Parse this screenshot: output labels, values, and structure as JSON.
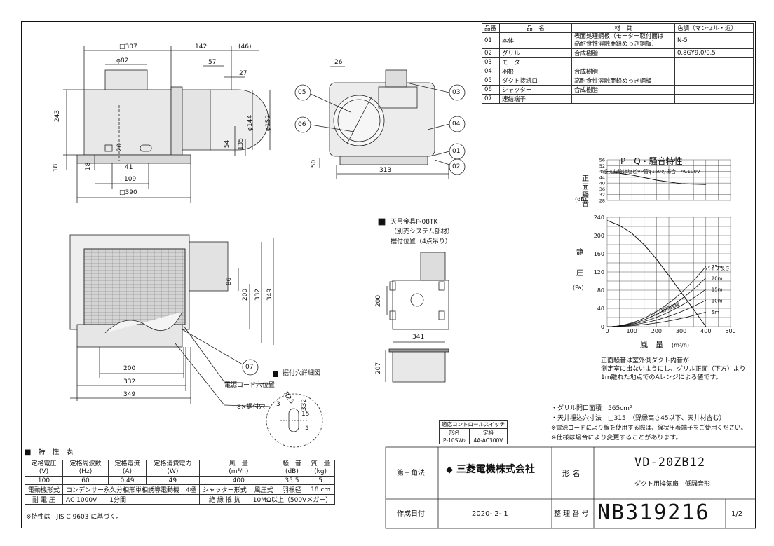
{
  "parts_table": {
    "headers": [
      "品番",
      "品　名",
      "材　質",
      "色調（マンセル・近）"
    ],
    "rows": [
      {
        "no": "01",
        "name": "本体",
        "material": "表面処理鋼板（モーター取付面は\n高耐食性溶融亜鉛めっき鋼板）",
        "color": "N-5"
      },
      {
        "no": "02",
        "name": "グリル",
        "material": "合成樹脂",
        "color": "0.8GY9.0/0.5"
      },
      {
        "no": "03",
        "name": "モーター",
        "material": "",
        "color": ""
      },
      {
        "no": "04",
        "name": "羽根",
        "material": "合成樹脂",
        "color": ""
      },
      {
        "no": "05",
        "name": "ダクト接続口",
        "material": "高耐食性溶融亜鉛めっき鋼板",
        "color": ""
      },
      {
        "no": "06",
        "name": "シャッター",
        "material": "合成樹脂",
        "color": ""
      },
      {
        "no": "07",
        "name": "速結端子",
        "material": "",
        "color": ""
      }
    ]
  },
  "drawing_labels": {
    "top_307": "□307",
    "dim_142": "142",
    "dim_46": "(46)",
    "dim_82": "φ82",
    "dim_57": "57",
    "dim_27": "27",
    "dim_243": "243",
    "dim_144": "φ144",
    "dim_152": "φ152",
    "dim_20": "20",
    "dim_135": "135",
    "dim_54": "54",
    "dim_18a": "18",
    "dim_18b": "18",
    "dim_41": "41",
    "dim_109": "109",
    "dim_390": "□390",
    "dim_26": "26",
    "dim_50": "50",
    "dim_313": "313",
    "bottom_86": "86",
    "bottom_200v": "200",
    "bottom_332v": "332",
    "bottom_349v": "349",
    "bottom_200h": "200",
    "bottom_332h": "332",
    "bottom_349h": "349",
    "mount_200": "200",
    "mount_341": "341",
    "mount_207": "207",
    "detail_3": "3",
    "detail_r2": "R2",
    "detail_5a": "5",
    "detail_5b": "5",
    "detail_332": "332",
    "detail_15": "15"
  },
  "callouts": [
    "05",
    "06",
    "03",
    "04",
    "01",
    "02",
    "07"
  ],
  "hanger_note": {
    "line1": "天吊金具P-08TK",
    "line2": "（別売システム部材）",
    "line3": "据付位置（4点吊り）"
  },
  "cord_hole": "電源コード穴位置",
  "mount_holes": "8×据付穴",
  "detail_title": "据付穴詳細図",
  "pq_chart": {
    "title": "P－Q・騒音特性",
    "note": "抵抗曲線は塩ビVP管φ150の場合　AC100V",
    "noise_axis_label": [
      "正",
      "面",
      "騒",
      "音"
    ],
    "noise_unit": "(dB)",
    "noise_ticks": [
      "56",
      "52",
      "48",
      "44",
      "40",
      "36",
      "32",
      "28"
    ],
    "static_label": [
      "静",
      "圧"
    ],
    "static_unit": "(Pa)",
    "p_ticks": [
      "240",
      "200",
      "160",
      "120",
      "80",
      "40",
      "0"
    ],
    "q_ticks": [
      "0",
      "100",
      "200",
      "300",
      "400",
      "500"
    ],
    "q_label": "風　量",
    "q_unit": "(m³/h)",
    "pipe_len_label": "パイプ長さ",
    "pipe_lengths": [
      "25m",
      "20m",
      "15m",
      "10m",
      "5m"
    ],
    "resist_label": "パイプ抵抗曲線"
  },
  "chart_data": {
    "type": "line",
    "title": "P－Q・騒音特性",
    "xlabel": "風量 (m³/h)",
    "xlim": [
      0,
      500
    ],
    "charts": [
      {
        "name": "静圧",
        "ylabel": "静圧 (Pa)",
        "ylim": [
          0,
          240
        ],
        "series": [
          {
            "name": "",
            "x": [
              0,
              50,
              100,
              150,
              200,
              250,
              300,
              350,
              400
            ],
            "y": [
              233,
              222,
              205,
              180,
              148,
              112,
              75,
              38,
              0
            ]
          }
        ]
      },
      {
        "name": "正面騒音",
        "ylabel": "正面騒音 (dB)",
        "ylim": [
          28,
          56
        ],
        "series": [
          {
            "name": "",
            "x": [
              0,
              100,
              200,
              300,
              400
            ],
            "y": [
              48,
              45.5,
              42,
              39.5,
              39
            ]
          }
        ]
      }
    ],
    "resistance_curves": [
      {
        "name": "25m",
        "x": [
          0,
          300,
          400
        ],
        "y": [
          0,
          74,
          132
        ]
      },
      {
        "name": "20m",
        "x": [
          0,
          300,
          400
        ],
        "y": [
          0,
          60,
          107
        ]
      },
      {
        "name": "15m",
        "x": [
          0,
          300,
          400
        ],
        "y": [
          0,
          46,
          82
        ]
      },
      {
        "name": "10m",
        "x": [
          0,
          300,
          400
        ],
        "y": [
          0,
          33,
          58
        ]
      },
      {
        "name": "5m",
        "x": [
          0,
          300,
          400
        ],
        "y": [
          0,
          18,
          32
        ]
      }
    ]
  },
  "chart_note": {
    "line1": "正面騒音は室外側ダクト内音が",
    "line2": "測定室に出ないようにし、グリル正面（下方）より",
    "line3": "1m離れた地点でのAレンジによる値です。"
  },
  "notes": [
    "・グリル開口面積　565cm²",
    "・天井埋込穴寸法　□315　（野縁高さ45以下、天井材含む）",
    "※電源コードにより線を使用する際は、線状圧着端子をご使用ください。",
    "※仕様は場合により変更することがあります。"
  ],
  "switch_table": {
    "title": "適応コントロールスイッチ",
    "headers": [
      "形名",
      "定格"
    ],
    "row": [
      "P-10SW₂",
      "4A-AC300V"
    ]
  },
  "spec_table": {
    "title": "■　特　性　表",
    "headers": [
      "定格電圧\n(V)",
      "定格周波数\n(Hz)",
      "定格電流\n(A)",
      "定格消費電力\n(W)",
      "風　量\n(m³/h)",
      "騒　音\n(dB)",
      "質　量\n(kg)"
    ],
    "values": [
      "100",
      "60",
      "0.49",
      "49",
      "400",
      "35.5",
      "5"
    ],
    "motor_label": "電動機形式",
    "motor_value": "コンデンサー永久分相形単相誘導電動機　4極",
    "shutter_label": "シャッター形式",
    "shutter_value": "風圧式",
    "blade_label": "羽根径",
    "blade_value": "18 cm",
    "withstand_label": "耐 電 圧",
    "withstand_value": "AC 1000V　　1分間",
    "insulation_label": "絶 縁 抵 抗",
    "insulation_value": "10MΩ以上（500Vメガー）",
    "footnote": "※特性は　JIS C 9603 に基づく。"
  },
  "title_block": {
    "projection": "第三角法",
    "company": "三菱電機株式会社",
    "model_label": "形 名",
    "model": "VD-20ZB12",
    "description": "ダクト用換気扇　低騒音形",
    "date_label": "作成日付",
    "date": "2020- 2- 1",
    "number_label": "整 理 番 号",
    "number": "NB319216",
    "sheet": "1/2"
  }
}
